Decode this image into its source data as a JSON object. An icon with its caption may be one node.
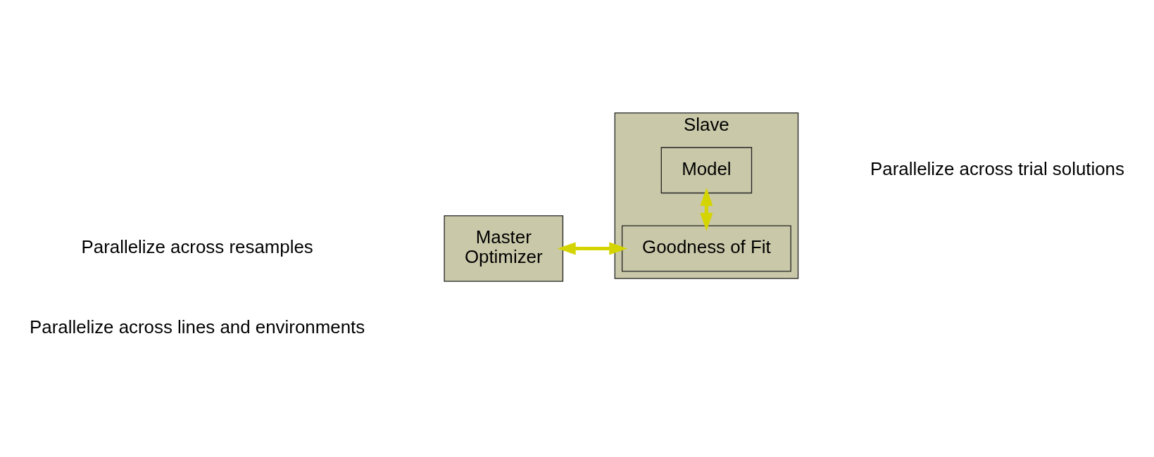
{
  "diagram": {
    "nodes": [
      {
        "text": [
          "Master",
          "Optimizer"
        ]
      },
      {
        "text": [
          "Slave"
        ]
      },
      {
        "text": [
          "Goodness of Fit"
        ],
        "in": 1
      },
      {
        "text": [
          "Model"
        ],
        "in": 1
      }
    ],
    "edges": [
      {
        "from": 0,
        "to": 2,
        "arrow": "both"
      },
      {
        "from": 2,
        "to": 3,
        "arrow": "both"
      }
    ],
    "labels": [
      "Parallelize across resamples",
      "Parallelize across trial solutions",
      "Parallelize across lines and environments"
    ]
  }
}
